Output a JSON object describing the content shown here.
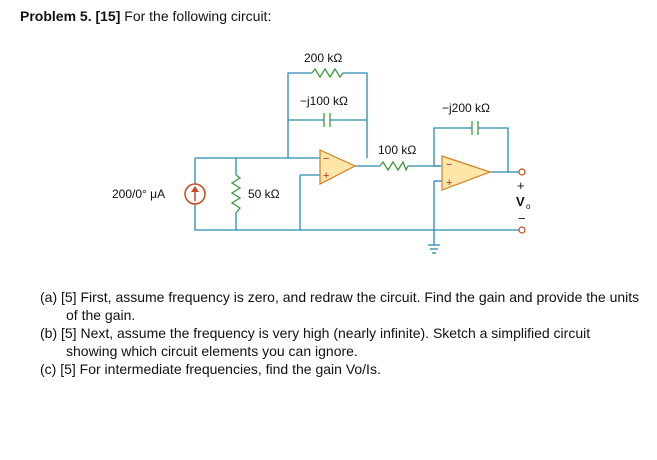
{
  "problem": {
    "number_label": "Problem 5.",
    "points_label": "[15]",
    "intro": "For the following circuit:"
  },
  "circuit": {
    "source_label": "200/0° μA",
    "r_shunt": "50 kΩ",
    "r_feedback": "200 kΩ",
    "c_feedback": "−j100 kΩ",
    "r_input2": "100 kΩ",
    "c_feedback2": "−j200 kΩ",
    "output_plus": "+",
    "output_minus": "−",
    "output_label": "V",
    "output_sub": "o",
    "opamp1_minus": "−",
    "opamp1_plus": "+",
    "opamp2_minus": "−",
    "opamp2_plus": "+",
    "colors": {
      "wire": "#2a8ab0",
      "resistor": "#3a9a3a",
      "capacitor": "#3a9a3a",
      "opamp_fill": "#fde6a8",
      "opamp_stroke": "#d08020",
      "source_stroke": "#c8481f"
    }
  },
  "parts": [
    "(a) [5] First, assume frequency is zero, and redraw the circuit.  Find the gain and provide the units of the gain.",
    "(b) [5] Next, assume the frequency is very high (nearly infinite).  Sketch a simplified circuit showing which circuit elements you can ignore.",
    "(c) [5] For intermediate frequencies, find the gain Vo/Is."
  ]
}
